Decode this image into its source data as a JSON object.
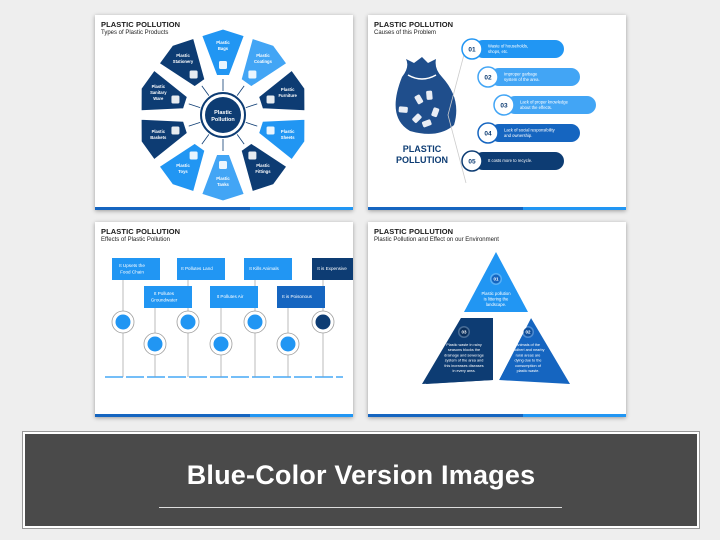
{
  "slides": [
    {
      "title": "PLASTIC POLLUTION",
      "subtitle": "Types of Plastic Products",
      "center": [
        "Plastic",
        "Pollution"
      ],
      "petals": [
        {
          "lines": [
            "Plastic",
            "Bags"
          ]
        },
        {
          "lines": [
            "Plastic",
            "Coatings"
          ]
        },
        {
          "lines": [
            "Plastic",
            "Furniture"
          ]
        },
        {
          "lines": [
            "Plastic",
            "Sheets"
          ]
        },
        {
          "lines": [
            "Plastic",
            "Fittings"
          ]
        },
        {
          "lines": [
            "Plastic",
            "Tanks"
          ]
        },
        {
          "lines": [
            "Plastic",
            "Toys"
          ]
        },
        {
          "lines": [
            "Plastic",
            "Baskets"
          ]
        },
        {
          "lines": [
            "Plastic",
            "Sanitary",
            "Ware"
          ]
        },
        {
          "lines": [
            "Plastic",
            "Stationery"
          ]
        }
      ]
    },
    {
      "title": "PLASTIC POLLUTION",
      "subtitle": "Causes of this Problem",
      "bag_label": [
        "PLASTIC",
        "POLLUTION"
      ],
      "items": [
        {
          "num": "01",
          "lines": [
            "Waste of households,",
            "shops, etc."
          ]
        },
        {
          "num": "02",
          "lines": [
            "Improper garbage",
            "system of the area."
          ]
        },
        {
          "num": "03",
          "lines": [
            "Lack of proper knowledge",
            "about the effects."
          ]
        },
        {
          "num": "04",
          "lines": [
            "Lack of social responsibility",
            "and ownership."
          ]
        },
        {
          "num": "05",
          "lines": [
            "It costs more to recycle."
          ]
        }
      ]
    },
    {
      "title": "PLASTIC POLLUTION",
      "subtitle": "Effects of Plastic Pollution",
      "upper": [
        {
          "lines": [
            "It Upsets the",
            "Food Chain"
          ]
        },
        {
          "lines": [
            "It Pollutes Land"
          ]
        },
        {
          "lines": [
            "It Kills Animals"
          ]
        },
        {
          "lines": [
            "It is Expensive"
          ]
        }
      ],
      "lower": [
        {
          "lines": [
            "It Pollutes",
            "Groundwater"
          ]
        },
        {
          "lines": [
            "It Pollutes Air"
          ]
        },
        {
          "lines": [
            "It is Poisonous"
          ]
        }
      ]
    },
    {
      "title": "PLASTIC POLLUTION",
      "subtitle": "Plastic Pollution and Effect on our Environment",
      "triangles": [
        {
          "num": "01",
          "lines": [
            "Plastic pollution",
            "is littering the",
            "landscape."
          ]
        },
        {
          "num": "03",
          "lines": [
            "Plastic waste in rainy",
            "seasons blocks the",
            "drainage and sewerage",
            "system of the area and",
            "this increases diseases",
            "in every area."
          ]
        },
        {
          "num": "02",
          "lines": [
            "Animals of the",
            "Bodheri and nearby",
            "rural areas are",
            "dying due to the",
            "consumption of",
            "plastic waste."
          ]
        }
      ]
    }
  ],
  "banner": {
    "text": "Blue-Color Version Images"
  },
  "colors": {
    "dark": "#0d3c73",
    "mid": "#1565c0",
    "bright": "#2196f3",
    "light": "#42a5f5"
  }
}
